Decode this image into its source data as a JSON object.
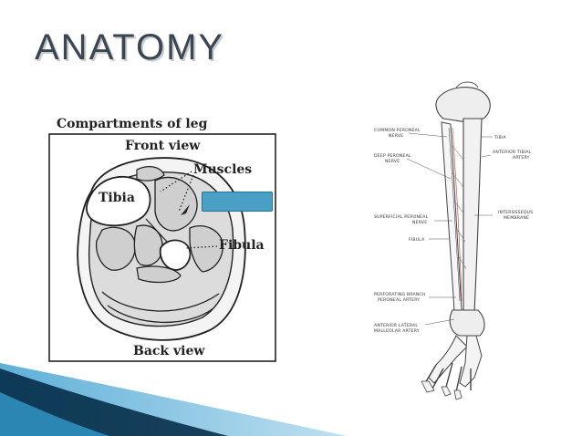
{
  "slide": {
    "title": "ANATOMY",
    "accent_color": "#4a9fc7",
    "wedge_dark": "#0d3a57",
    "wedge_light": "#5fb0d8"
  },
  "cross_section": {
    "caption": "Compartments of leg",
    "top_label": "Front view",
    "bottom_label": "Back view",
    "labels": {
      "muscles": "Muscles",
      "tibia": "Tibia",
      "fibula": "Fibula"
    }
  },
  "leg_figure": {
    "labels_left": {
      "common_peroneal_1": "COMMON PERONEAL",
      "common_peroneal_2": "NERVE",
      "deep_peroneal_1": "DEEP PERONEAL",
      "deep_peroneal_2": "NERVE",
      "superficial_peroneal_1": "SUPERFICIAL PERONEAL",
      "superficial_peroneal_2": "NERVE",
      "fibula": "FIBULA",
      "perforating_1": "PERFORATING BRANCH",
      "perforating_2": "PERONEAL ARTERY",
      "anterior_lateral_1": "ANTERIOR LATERAL",
      "anterior_lateral_2": "MALLEOLAR ARTERY"
    },
    "labels_right": {
      "tibia": "TIBIA",
      "anterior_tibial_1": "ANTERIOR TIBIAL",
      "anterior_tibial_2": "ARTERY",
      "interosseous_1": "INTEROSSEOUS",
      "interosseous_2": "MEMBRANE"
    }
  }
}
